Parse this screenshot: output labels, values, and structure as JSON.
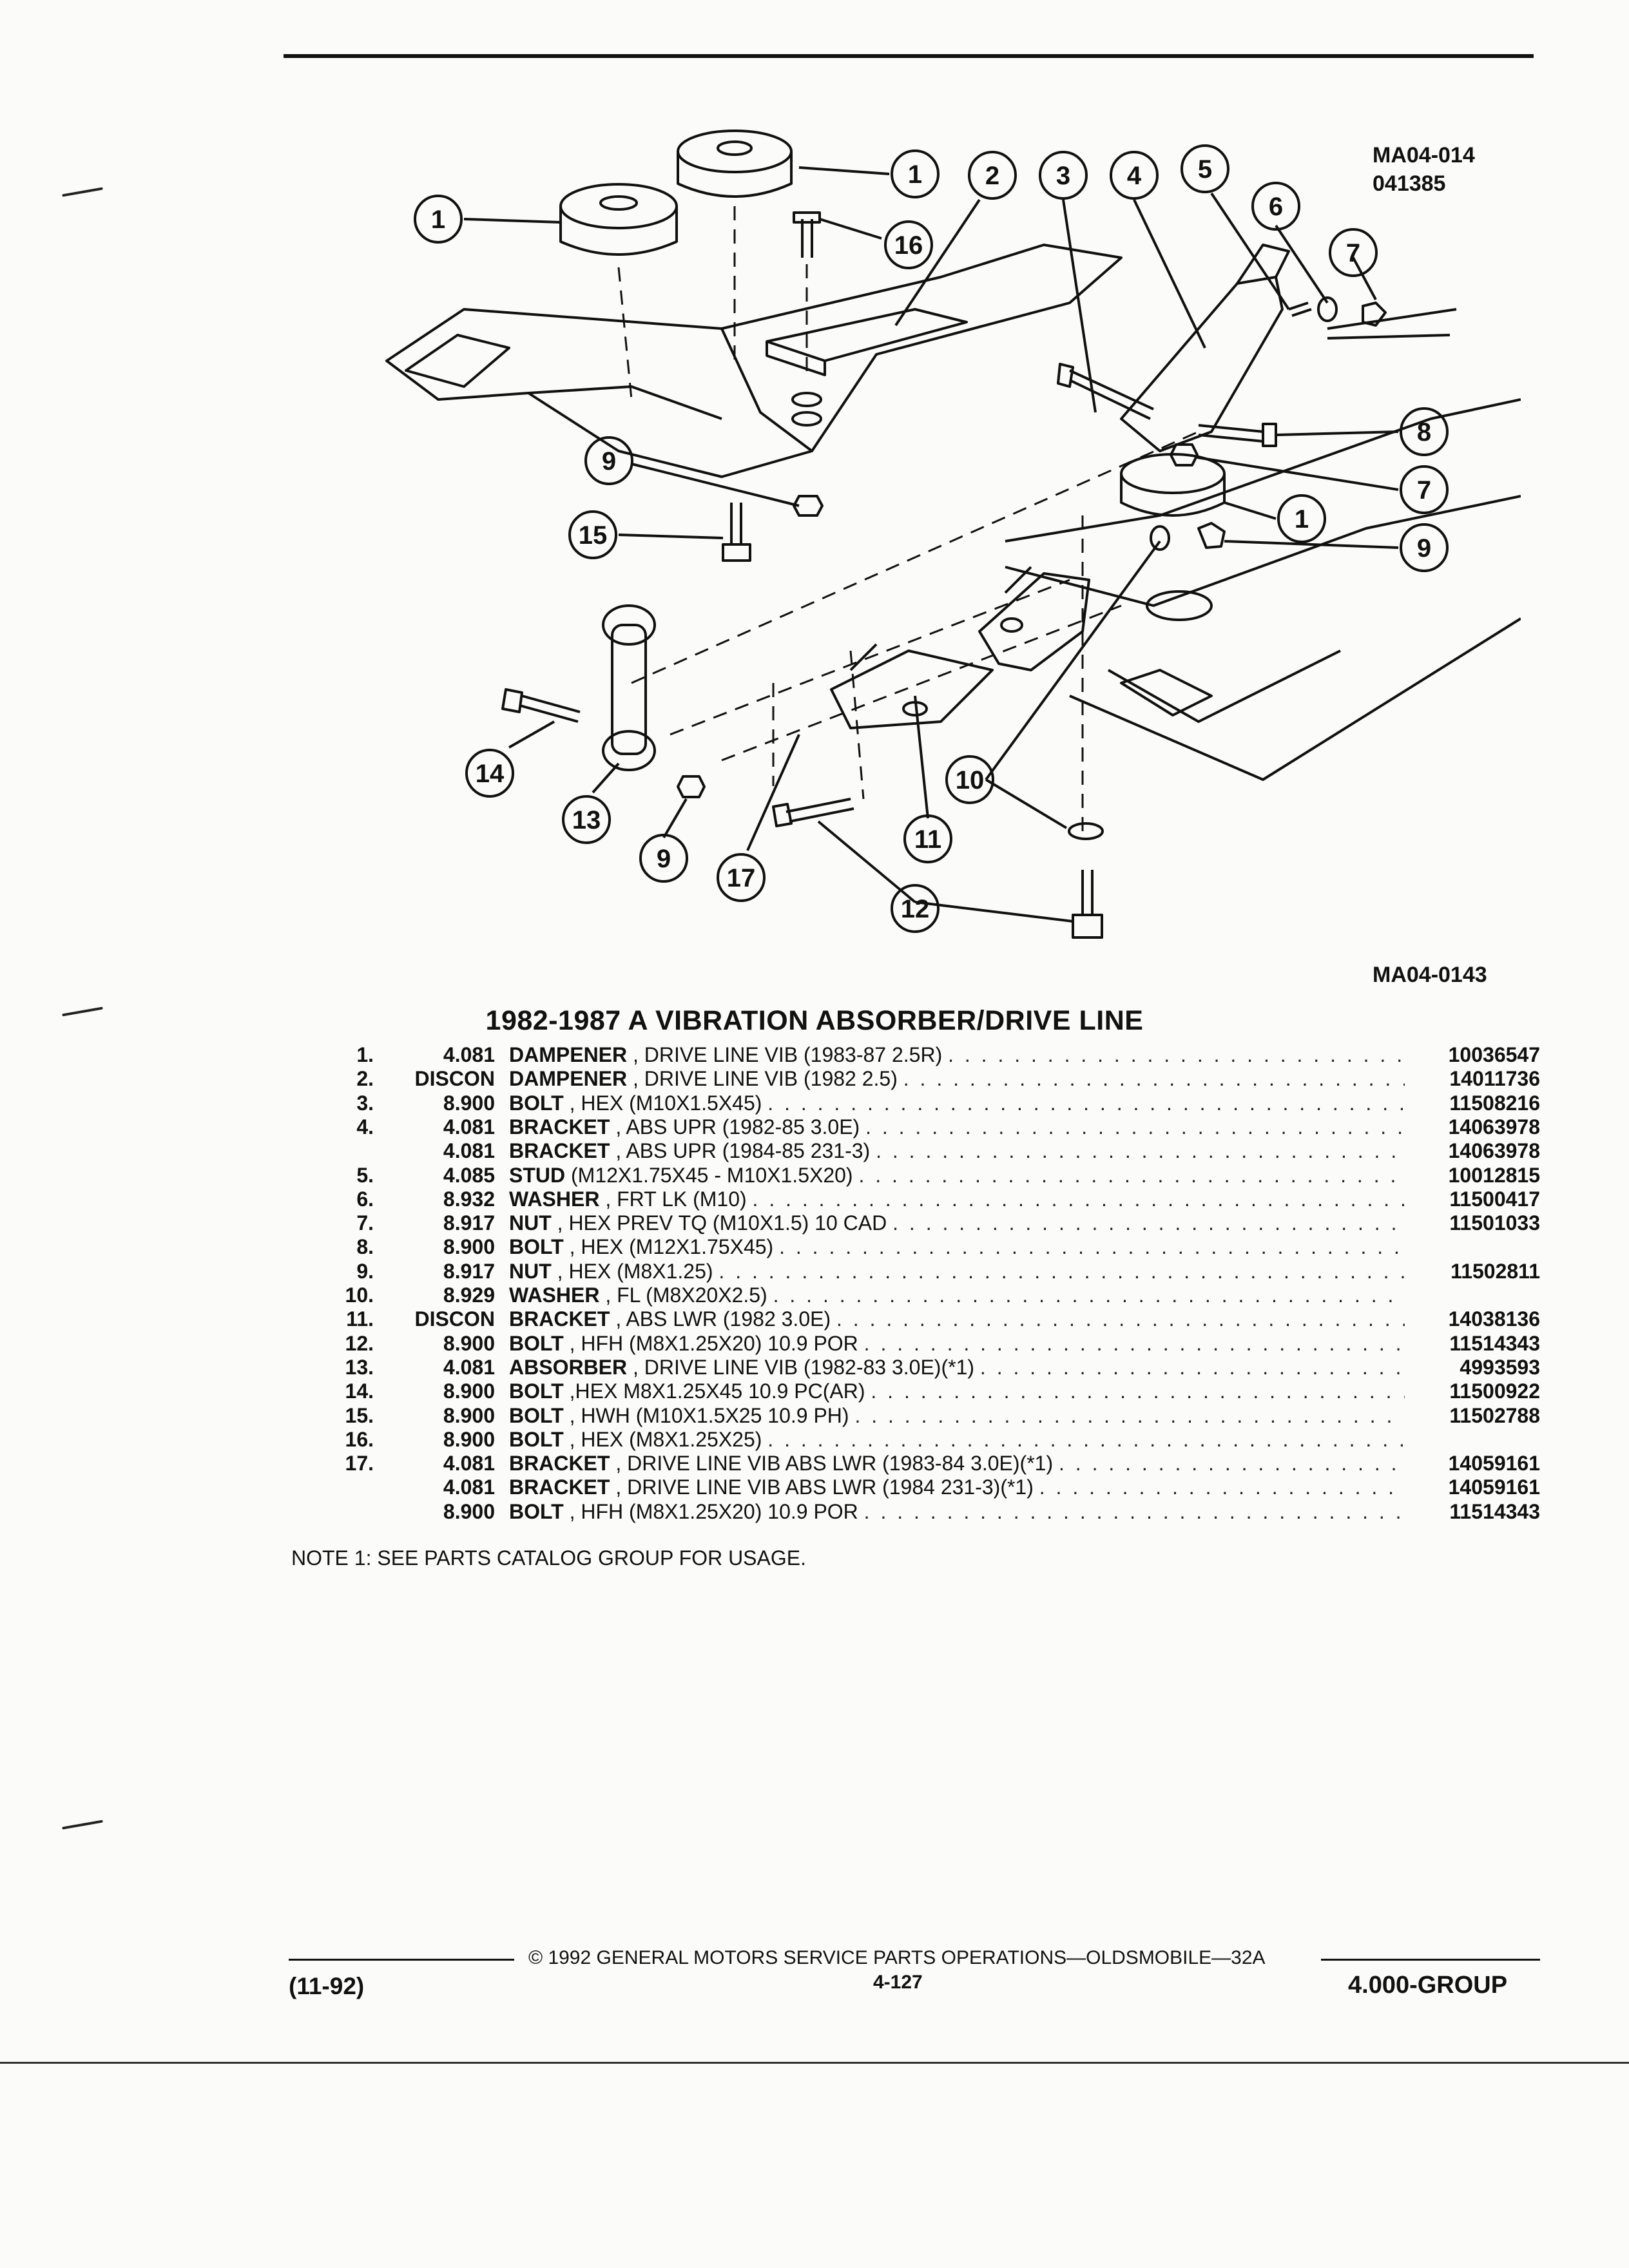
{
  "diagram": {
    "ref_top_line1": "MA04-014",
    "ref_top_line2": "041385",
    "ref_bottom": "MA04-0143",
    "callouts": [
      "1",
      "1",
      "16",
      "2",
      "3",
      "4",
      "5",
      "6",
      "7",
      "8",
      "7",
      "1",
      "9",
      "9",
      "15",
      "14",
      "13",
      "9",
      "17",
      "10",
      "11",
      "12"
    ]
  },
  "parts_table": {
    "title": "1982-1987 A VIBRATION ABSORBER/DRIVE LINE",
    "rows": [
      {
        "idx": "1.",
        "group": "4.081",
        "name": "DAMPENER",
        "spec": ", DRIVE LINE VIB (1983-87 2.5R)",
        "part": "10036547"
      },
      {
        "idx": "2.",
        "group": "DISCON",
        "name": "DAMPENER",
        "spec": ", DRIVE LINE VIB (1982 2.5)",
        "part": "14011736"
      },
      {
        "idx": "3.",
        "group": "8.900",
        "name": "BOLT",
        "spec": ", HEX (M10X1.5X45)",
        "part": "11508216"
      },
      {
        "idx": "4.",
        "group": "4.081",
        "name": "BRACKET",
        "spec": ", ABS UPR (1982-85 3.0E)",
        "part": "14063978"
      },
      {
        "idx": "",
        "group": "4.081",
        "name": "BRACKET",
        "spec": ", ABS UPR (1984-85 231-3)",
        "part": "14063978"
      },
      {
        "idx": "5.",
        "group": "4.085",
        "name": "STUD",
        "spec": "(M12X1.75X45 - M10X1.5X20)",
        "part": "10012815"
      },
      {
        "idx": "6.",
        "group": "8.932",
        "name": "WASHER",
        "spec": ", FRT LK (M10)",
        "part": "11500417"
      },
      {
        "idx": "7.",
        "group": "8.917",
        "name": "NUT",
        "spec": ", HEX PREV TQ (M10X1.5) 10 CAD",
        "part": "11501033"
      },
      {
        "idx": "8.",
        "group": "8.900",
        "name": "BOLT",
        "spec": ", HEX (M12X1.75X45)",
        "part": ""
      },
      {
        "idx": "9.",
        "group": "8.917",
        "name": "NUT",
        "spec": ", HEX (M8X1.25)",
        "part": "11502811"
      },
      {
        "idx": "10.",
        "group": "8.929",
        "name": "WASHER",
        "spec": ", FL (M8X20X2.5)",
        "part": ""
      },
      {
        "idx": "11.",
        "group": "DISCON",
        "name": "BRACKET",
        "spec": ", ABS LWR (1982 3.0E)",
        "part": "14038136"
      },
      {
        "idx": "12.",
        "group": "8.900",
        "name": "BOLT",
        "spec": ", HFH (M8X1.25X20) 10.9 POR",
        "part": "11514343"
      },
      {
        "idx": "13.",
        "group": "4.081",
        "name": "ABSORBER",
        "spec": ", DRIVE LINE VIB (1982-83 3.0E)(*1)",
        "part": "4993593"
      },
      {
        "idx": "14.",
        "group": "8.900",
        "name": "BOLT",
        "spec": ",HEX M8X1.25X45 10.9 PC(AR)",
        "part": "11500922"
      },
      {
        "idx": "15.",
        "group": "8.900",
        "name": "BOLT",
        "spec": ", HWH (M10X1.5X25 10.9 PH)",
        "part": "11502788"
      },
      {
        "idx": "16.",
        "group": "8.900",
        "name": "BOLT",
        "spec": ", HEX (M8X1.25X25)",
        "part": ""
      },
      {
        "idx": "17.",
        "group": "4.081",
        "name": "BRACKET",
        "spec": ", DRIVE LINE VIB ABS LWR (1983-84 3.0E)(*1)",
        "part": "14059161"
      },
      {
        "idx": "",
        "group": "4.081",
        "name": "BRACKET",
        "spec": ", DRIVE LINE VIB ABS LWR (1984 231-3)(*1)",
        "part": "14059161"
      },
      {
        "idx": "",
        "group": "8.900",
        "name": "BOLT",
        "spec": ", HFH (M8X1.25X20) 10.9 POR",
        "part": "11514343"
      }
    ]
  },
  "note": "NOTE  1:  SEE PARTS CATALOG GROUP FOR USAGE.",
  "footer": {
    "copyright": "©  1992  GENERAL MOTORS SERVICE PARTS OPERATIONS—OLDSMOBILE—32A",
    "page_number": "4-127",
    "date": "(11-92)",
    "group": "4.000-GROUP"
  }
}
